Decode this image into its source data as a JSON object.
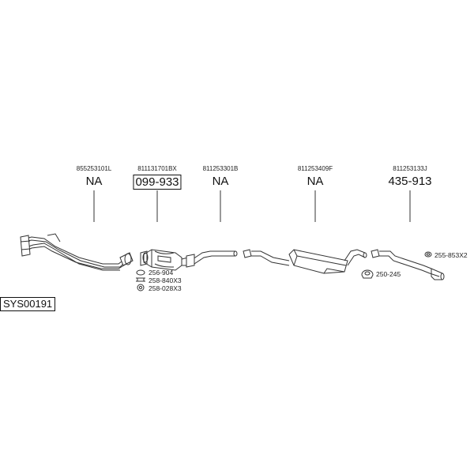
{
  "system_id": "SYS00191",
  "sections": [
    {
      "oem": "855253101L",
      "part": "NA",
      "boxed": false
    },
    {
      "oem": "811131701BX",
      "part": "099-933",
      "boxed": true
    },
    {
      "oem": "811253301B",
      "part": "NA",
      "boxed": false
    },
    {
      "oem": "811253409F",
      "part": "NA",
      "boxed": false
    },
    {
      "oem": "811253133J",
      "part": "435-913",
      "boxed": false
    }
  ],
  "accessories": {
    "gasket": "256-904",
    "bolt": "258-840X3",
    "nut": "258-028X3",
    "clamp": "250-245",
    "ring": "255-853X2"
  }
}
